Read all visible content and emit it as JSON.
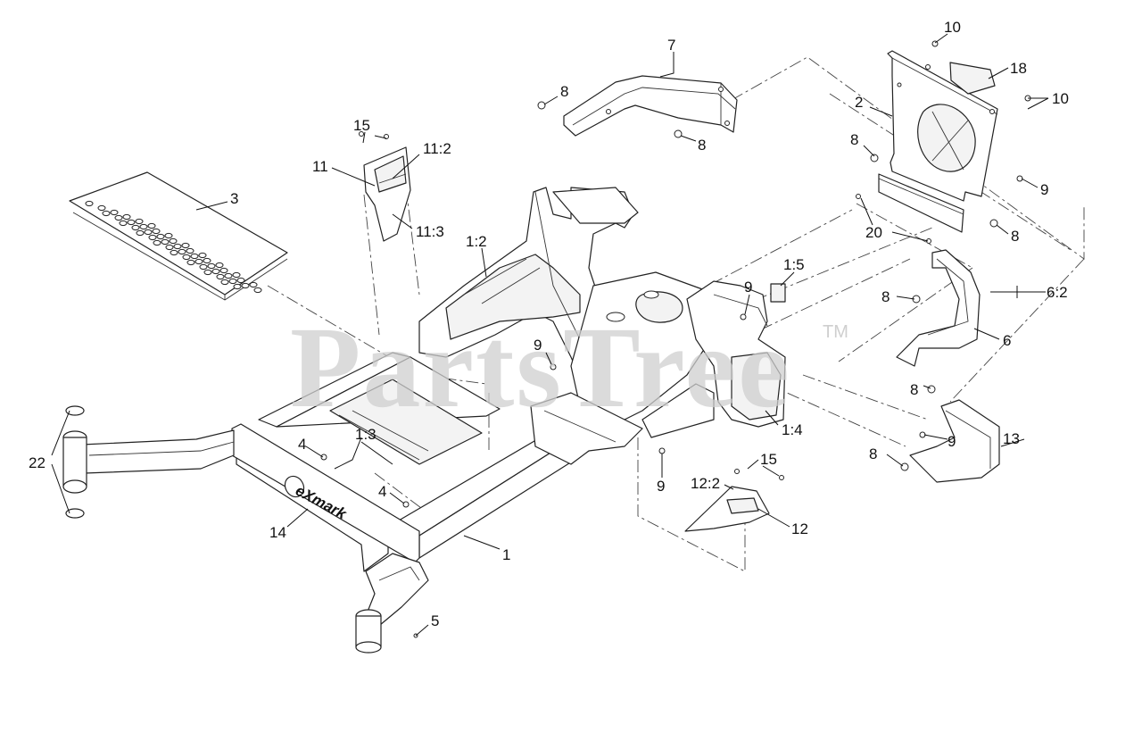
{
  "diagram": {
    "watermark": "PartsTree",
    "watermark_mark": "TM",
    "logo_text": "eXmark",
    "callouts": {
      "c_10a": "10",
      "c_10b": "10",
      "c_18": "18",
      "c_7": "7",
      "c_2": "2",
      "c_8a": "8",
      "c_8b": "8",
      "c_8c": "8",
      "c_8d": "8",
      "c_8e": "8",
      "c_8f": "8",
      "c_8g": "8",
      "c_9a": "9",
      "c_9b": "9",
      "c_9c": "9",
      "c_9d": "9",
      "c_9e": "9",
      "c_15a": "15",
      "c_15b": "15",
      "c_11": "11",
      "c_11_2": "11:2",
      "c_11_3": "11:3",
      "c_3": "3",
      "c_1_2": "1:2",
      "c_20": "20",
      "c_1_5": "1:5",
      "c_6_2": "6:2",
      "c_6": "6",
      "c_1_3": "1:3",
      "c_4a": "4",
      "c_4b": "4",
      "c_22": "22",
      "c_14": "14",
      "c_1_4": "1:4",
      "c_13": "13",
      "c_12_2": "12:2",
      "c_12": "12",
      "c_1": "1",
      "c_5": "5"
    }
  }
}
